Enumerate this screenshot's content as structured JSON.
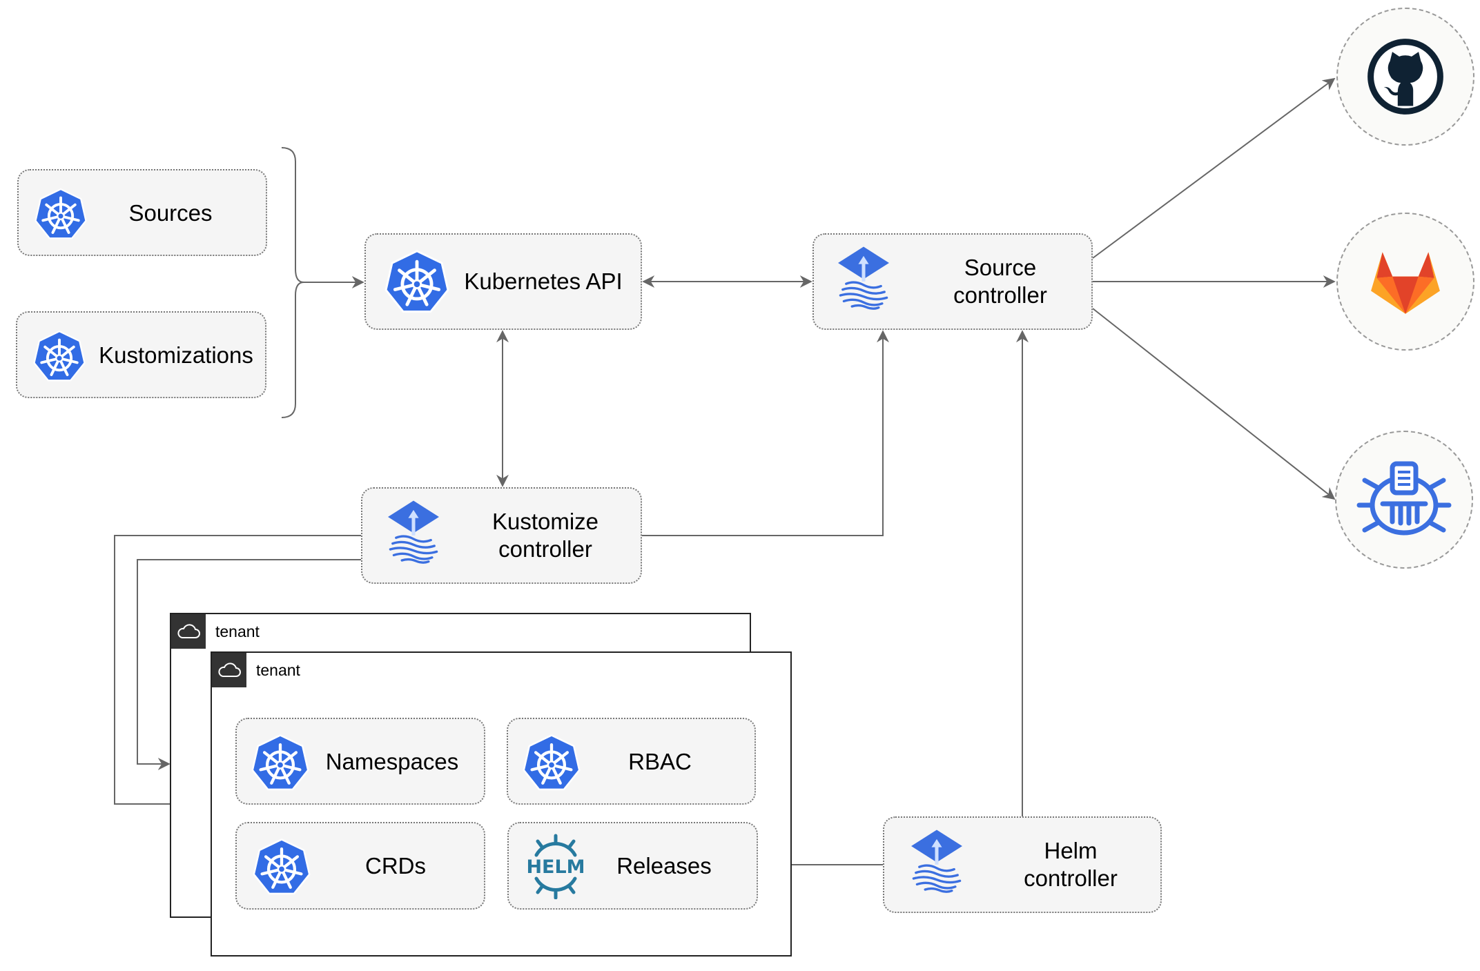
{
  "nodes": {
    "sources": "Sources",
    "kustomizations": "Kustomizations",
    "kubernetes_api": "Kubernetes API",
    "source_controller": [
      "Source",
      "controller"
    ],
    "kustomize_controller": [
      "Kustomize",
      "controller"
    ],
    "helm_controller": [
      "Helm",
      "controller"
    ],
    "namespaces": "Namespaces",
    "rbac": "RBAC",
    "crds": "CRDs",
    "releases": "Releases"
  },
  "tenants": [
    "tenant",
    "tenant"
  ],
  "helm_logo_text": "HELM",
  "external_sources": [
    "github-icon",
    "gitlab-icon",
    "harbor-icon"
  ],
  "colors": {
    "k8s_blue": "#326ce5",
    "flux_blue": "#3b6fe0",
    "line": "#666666",
    "box_fill": "#f5f5f5",
    "helm_blue": "#277a9f",
    "github": "#0f2233",
    "gitlab_orange": "#e24329",
    "gitlab_yellow": "#fca326"
  }
}
